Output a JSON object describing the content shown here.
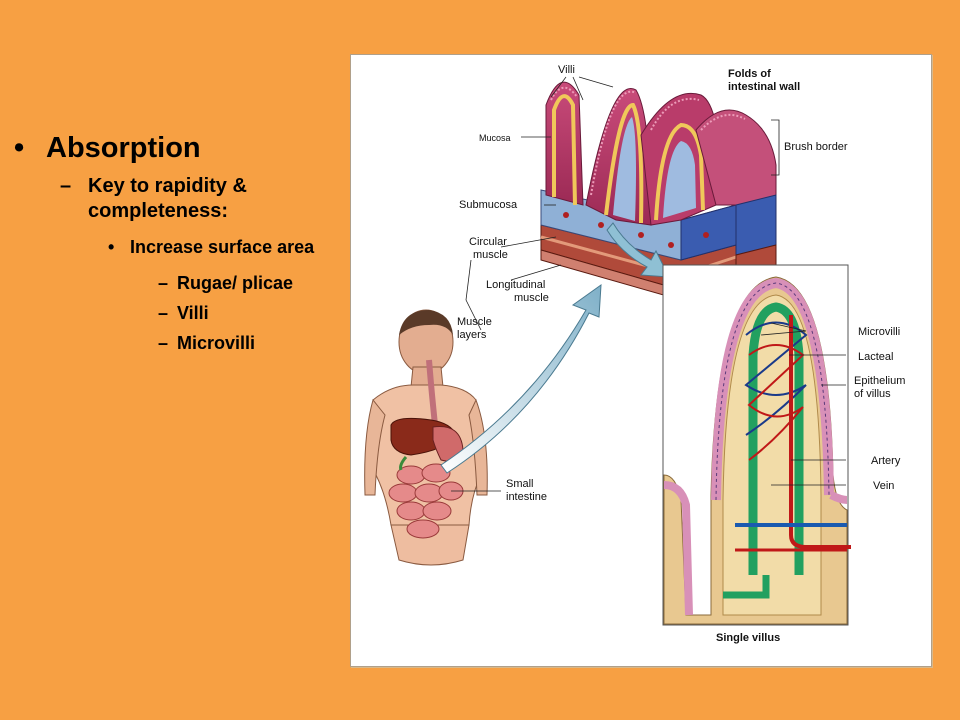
{
  "bullets": {
    "heading": "Absorption",
    "sub": "Key to rapidity & completeness:",
    "sub2": "Increase surface area",
    "items": [
      "Rugae/ plicae",
      "Villi",
      "Microvilli"
    ]
  },
  "labels": {
    "villi": "Villi",
    "folds_line1": "Folds of",
    "folds_line2": "intestinal wall",
    "mucosa": "Mucosa",
    "brush_border": "Brush border",
    "submucosa": "Submucosa",
    "circular_line1": "Circular",
    "circular_line2": "muscle",
    "longitudinal_line1": "Longitudinal",
    "longitudinal_line2": "muscle",
    "muscle_layers_line1": "Muscle",
    "muscle_layers_line2": "layers",
    "small_intestine_line1": "Small",
    "small_intestine_line2": "intestine",
    "microvilli": "Microvilli",
    "lacteal": "Lacteal",
    "epithelium_line1": "Epithelium",
    "epithelium_line2": "of villus",
    "artery": "Artery",
    "vein": "Vein",
    "single_villus": "Single villus"
  }
}
